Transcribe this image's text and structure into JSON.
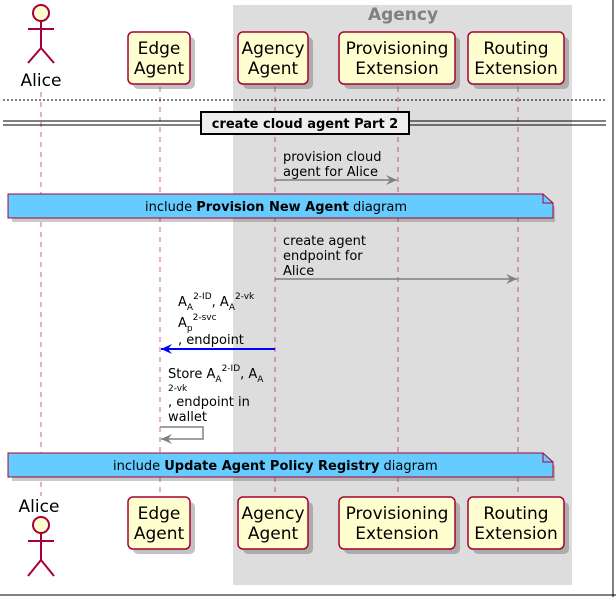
{
  "group": {
    "title": "Agency"
  },
  "participants": [
    {
      "id": "alice",
      "label": "Alice",
      "kind": "actor"
    },
    {
      "id": "edge",
      "line1": "Edge",
      "line2": "Agent"
    },
    {
      "id": "agency",
      "line1": "Agency",
      "line2": "Agent"
    },
    {
      "id": "prov",
      "line1": "Provisioning",
      "line2": "Extension"
    },
    {
      "id": "routing",
      "line1": "Routing",
      "line2": "Extension"
    }
  ],
  "section": {
    "label": "create cloud agent Part 2"
  },
  "messages": {
    "m1": {
      "line1": "provision cloud",
      "line2": "agent for Alice"
    },
    "m2": {
      "line1": "create agent",
      "line2": "endpoint for",
      "line3": "Alice"
    },
    "m3": {
      "a": "A",
      "sub_a": "A",
      "sup_2id": "2-ID",
      "comma": ", ",
      "sup_2vk": "2-vk",
      "sub_p": "p",
      "sup_2svc": "2-svc",
      "tail": ", endpoint"
    },
    "m4": {
      "store": "Store A",
      "sub_a": "A",
      "sup_2id": "2-ID",
      "a2": ", A",
      "sub_a2": "A",
      "sub_2vk": "2-vk",
      "tail1": ", endpoint in",
      "tail2": "wallet"
    }
  },
  "notes": [
    {
      "prefix": "include ",
      "bold": "Provision New Agent",
      "suffix": " diagram"
    },
    {
      "prefix": "include ",
      "bold": "Update Agent Policy Registry",
      "suffix": " diagram"
    }
  ],
  "colors": {
    "participant_fill": "#FEFECE",
    "participant_border": "#A80036",
    "group_fill": "#DDDDDD",
    "note_fill": "#66CCFF",
    "note_border": "#A80036",
    "arrow_gray": "#808080",
    "arrow_blue": "#0000FF"
  }
}
